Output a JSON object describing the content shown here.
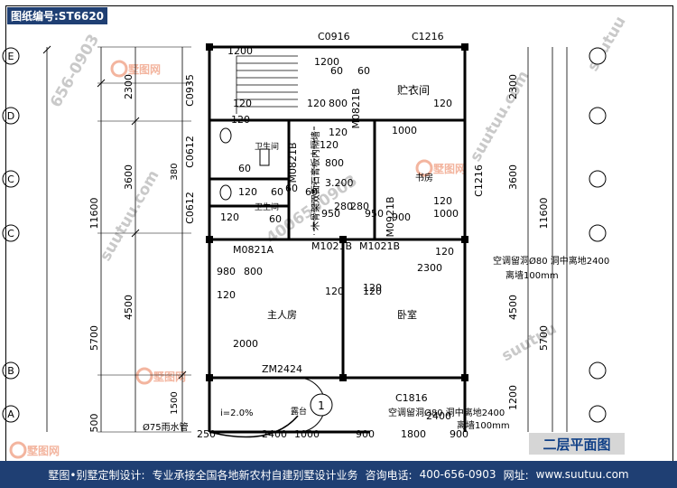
{
  "drawing_code": "图纸编号:ST6620",
  "title": "二层平面图",
  "footer": {
    "brand": "墅图•别墅定制设计:",
    "service": "专业承接全国各地新农村自建别墅设计业务",
    "phone_label": "咨询电话:",
    "phone": "400-656-0903",
    "site_label": "网址:",
    "site": "www.suutuu.com"
  },
  "watermarks": [
    "墅图网",
    "656-0903",
    "suutuu.com",
    "4006560903",
    "suutuu"
  ],
  "grid_axes": [
    "E",
    "D",
    "C",
    "C",
    "B",
    "A"
  ],
  "axis_dims": {
    "left_outer": "11600",
    "left_outer2": "5700",
    "left_inner": [
      "2300",
      "3600",
      "4500"
    ],
    "left_sub": [
      "380",
      "1500"
    ],
    "left_bottom": "500",
    "right_outer": "11600",
    "right_outer2": "5700",
    "right_inner": [
      "2300",
      "3600",
      "4500",
      "1200"
    ],
    "right_sub": "1200"
  },
  "rooms": [
    {
      "label": "贮衣间"
    },
    {
      "label": "卫生间"
    },
    {
      "label": "卫生间"
    },
    {
      "label": "书房"
    },
    {
      "label": "主人房"
    },
    {
      "label": "卧室"
    },
    {
      "label": "露台"
    }
  ],
  "wall_note": "木骨架双面石膏板内隔墙",
  "openings": [
    "C0916",
    "C1216",
    "C0935",
    "M0821B",
    "C0612",
    "M0821B",
    "C0612",
    "M0921B",
    "C1216",
    "M0821A",
    "M1021B",
    "M1021B",
    "ZM2424",
    "C1816"
  ],
  "dims": [
    "1200",
    "1200",
    "60",
    "60",
    "800",
    "120",
    "120",
    "120",
    "120",
    "800",
    "60",
    "60",
    "120",
    "60",
    "60",
    "280",
    "950",
    "280",
    "950",
    "3.200",
    "900",
    "120",
    "120",
    "120",
    "980",
    "800",
    "120",
    "120",
    "2300",
    "2000",
    "120",
    "2400",
    "1000",
    "900",
    "1800",
    "900",
    "250",
    "2400",
    "1000",
    "1000",
    "120",
    "120",
    "60",
    "120"
  ],
  "notes": [
    "空调留洞Ø80 洞中离地2400",
    "离墙100mm",
    "空调留洞Ø80 洞中离地2400",
    "离墙100mm",
    "Ø75雨水管",
    "i=2.0%"
  ],
  "section_mark": "1"
}
